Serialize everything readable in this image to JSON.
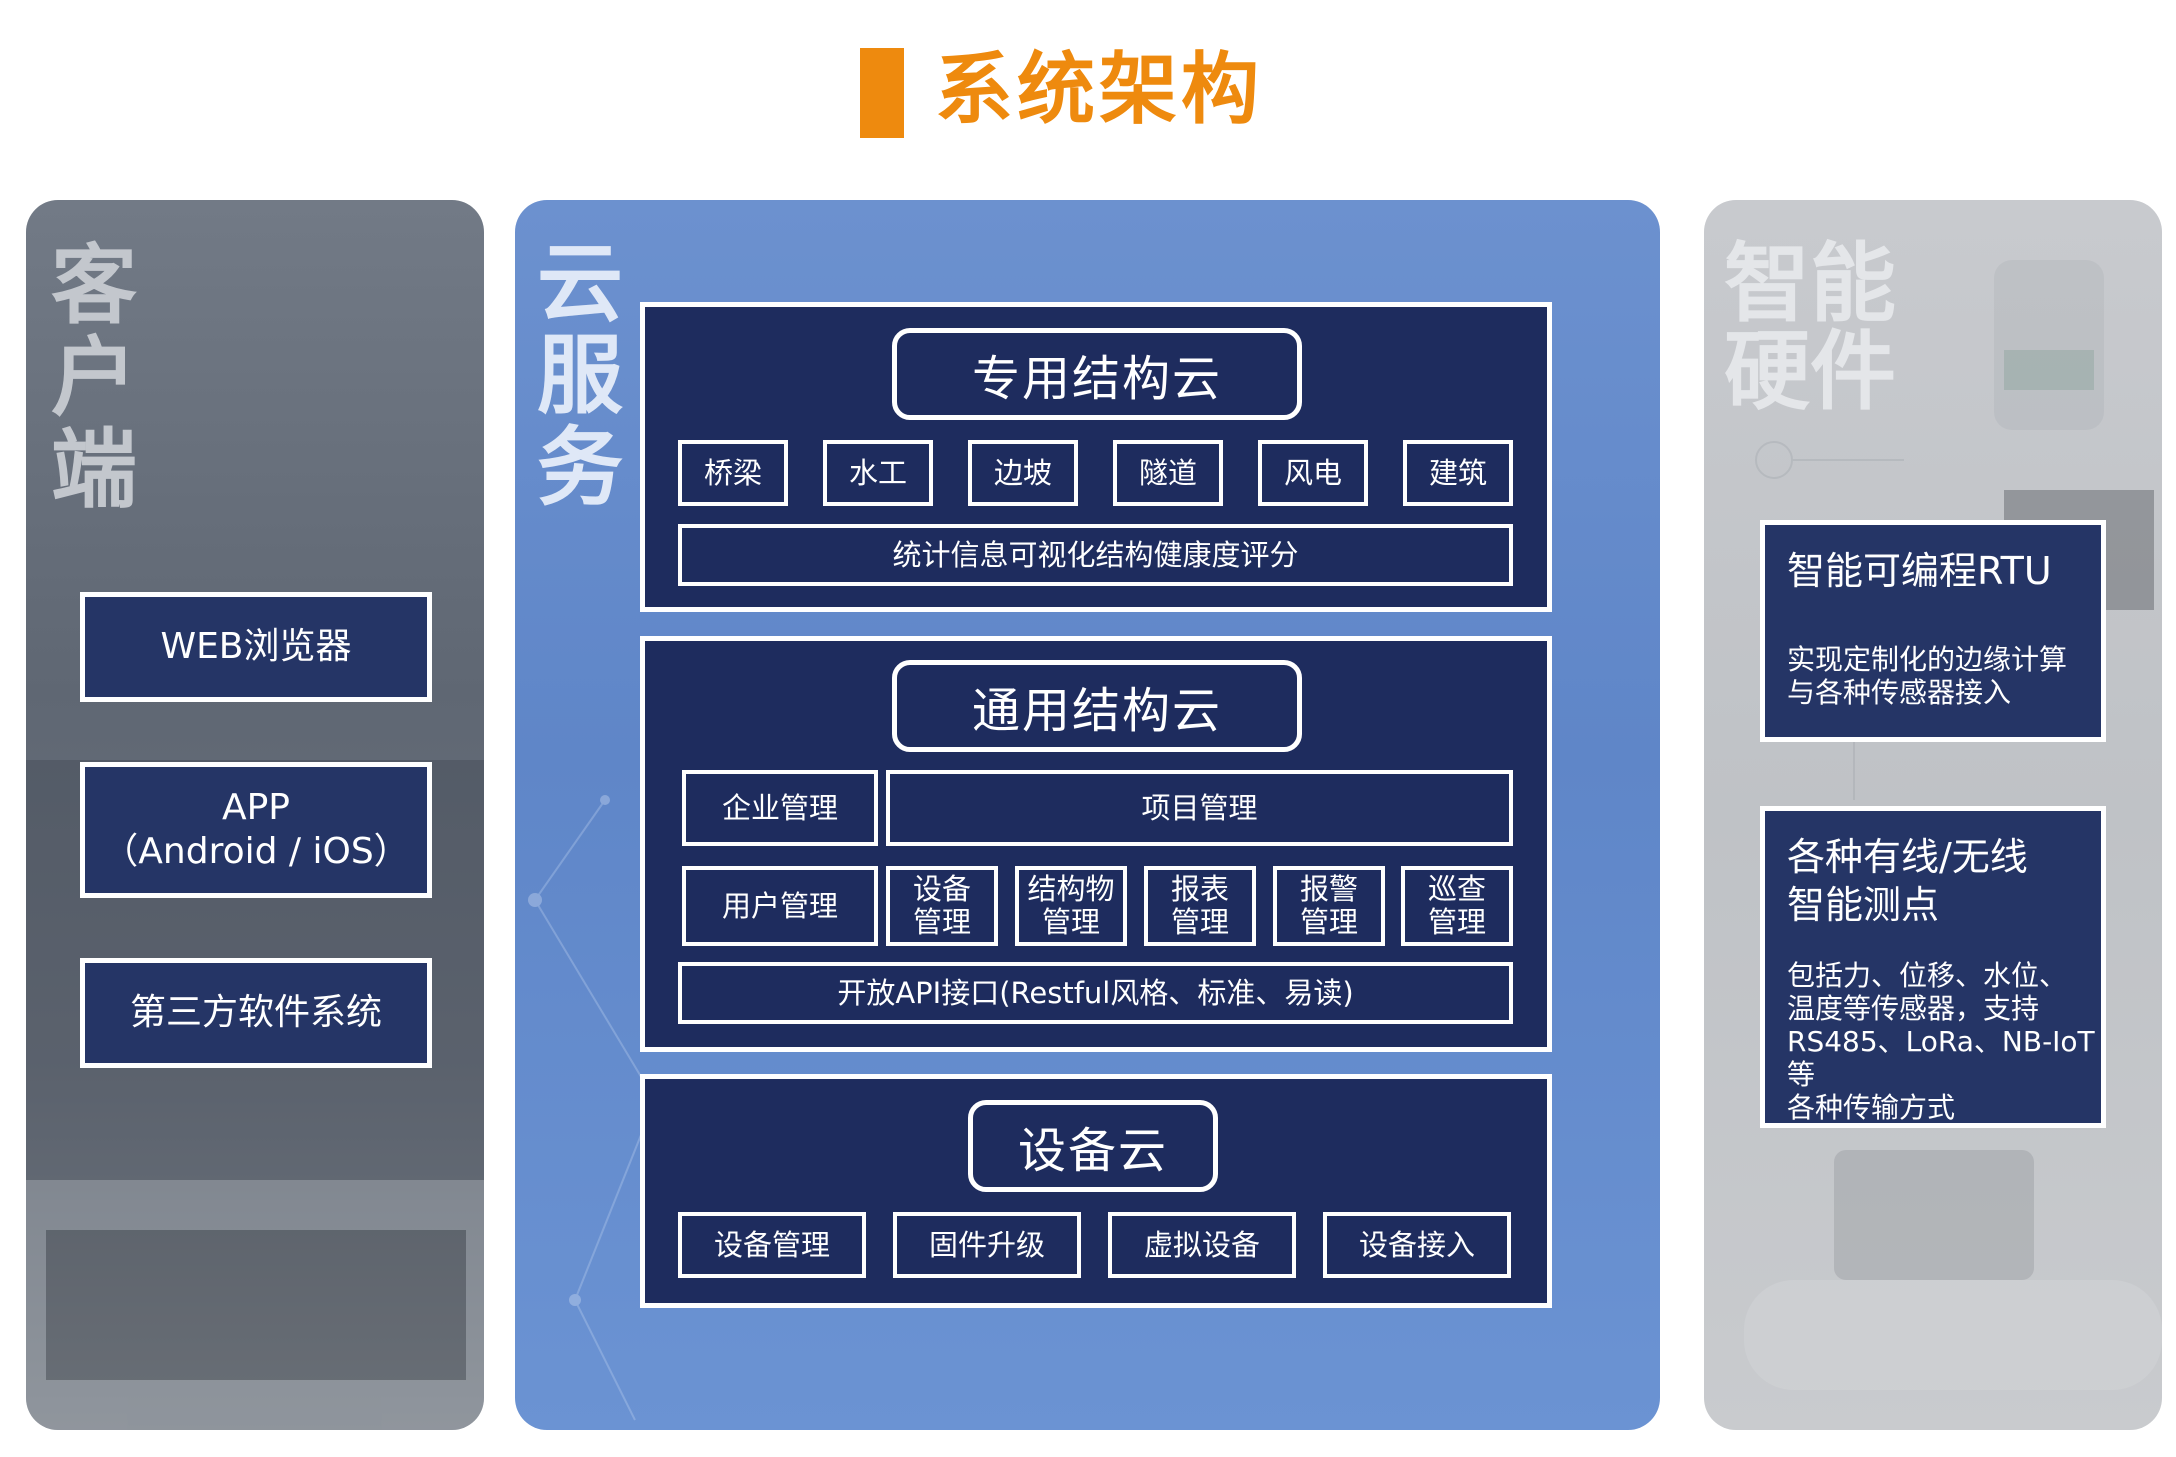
{
  "header": {
    "title": "系统架构"
  },
  "client": {
    "title": "客户端",
    "items": [
      "WEB浏览器",
      "APP\n（Android / iOS）",
      "第三方软件系统"
    ]
  },
  "cloud": {
    "title": "云服务",
    "special": {
      "title": "专用结构云",
      "tags": [
        "桥梁",
        "水工",
        "边坡",
        "隧道",
        "风电",
        "建筑"
      ],
      "bar": "统计信息可视化结构健康度评分"
    },
    "general": {
      "title": "通用结构云",
      "enterprise": "企业管理",
      "project": "项目管理",
      "user": "用户管理",
      "subs": [
        "设备\n管理",
        "结构物\n管理",
        "报表\n管理",
        "报警\n管理",
        "巡查\n管理"
      ],
      "bar": "开放API接口(Restful风格、标准、易读)"
    },
    "device": {
      "title": "设备云",
      "tags": [
        "设备管理",
        "固件升级",
        "虚拟设备",
        "设备接入"
      ]
    }
  },
  "hardware": {
    "title": "智能硬件",
    "rtu": {
      "title": "智能可编程RTU",
      "desc": "实现定制化的边缘计算\n与各种传感器接入"
    },
    "points": {
      "title": "各种有线/无线\n智能测点",
      "desc": "包括力、位移、水位、\n温度等传感器，支持\nRS485、LoRa、NB-IoT等\n各种传输方式"
    }
  }
}
